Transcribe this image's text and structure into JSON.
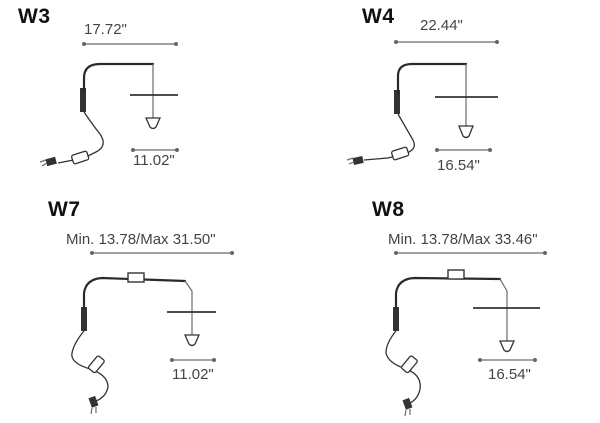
{
  "panels": [
    {
      "model": "W3",
      "top_dim": "17.72\"",
      "bottom_dim": "11.02\""
    },
    {
      "model": "W4",
      "top_dim": "22.44\"",
      "bottom_dim": "16.54\""
    },
    {
      "model": "W7",
      "top_dim": "Min. 13.78/Max 31.50\"",
      "bottom_dim": "11.02\""
    },
    {
      "model": "W8",
      "top_dim": "Min. 13.78/Max 33.46\"",
      "bottom_dim": "16.54\""
    }
  ],
  "icons": [
    "wall-lamp-icon",
    "plug-icon",
    "switch-icon"
  ]
}
